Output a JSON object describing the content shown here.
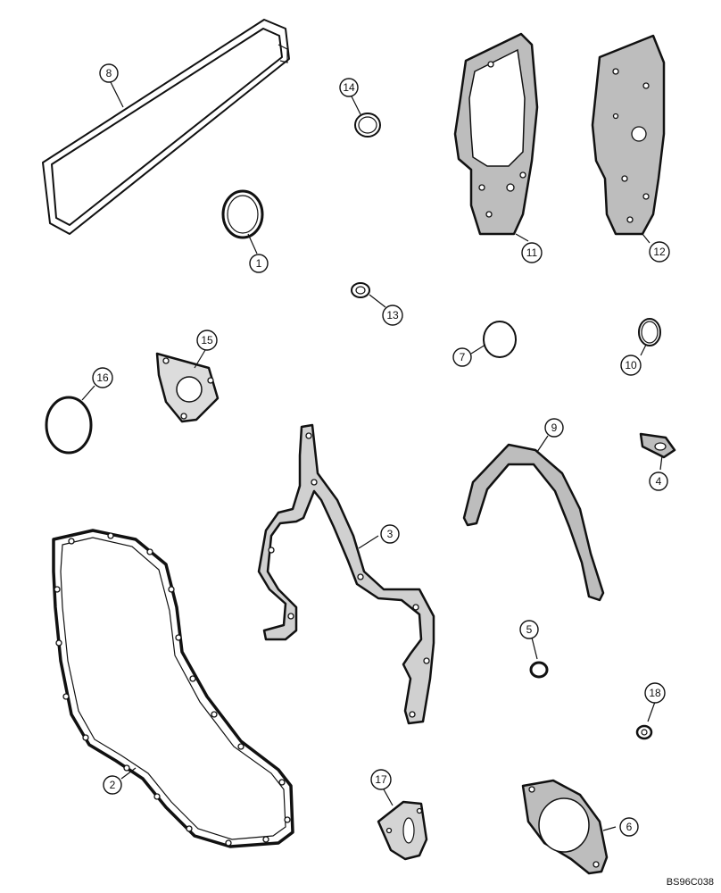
{
  "figure": {
    "id_label": "BS96C038"
  },
  "callouts": [
    {
      "key": "c1",
      "label": "1"
    },
    {
      "key": "c2",
      "label": "2"
    },
    {
      "key": "c3",
      "label": "3"
    },
    {
      "key": "c4",
      "label": "4"
    },
    {
      "key": "c5",
      "label": "5"
    },
    {
      "key": "c6",
      "label": "6"
    },
    {
      "key": "c7",
      "label": "7"
    },
    {
      "key": "c8",
      "label": "8"
    },
    {
      "key": "c9",
      "label": "9"
    },
    {
      "key": "c10",
      "label": "10"
    },
    {
      "key": "c11",
      "label": "11"
    },
    {
      "key": "c12",
      "label": "12"
    },
    {
      "key": "c13",
      "label": "13"
    },
    {
      "key": "c14",
      "label": "14"
    },
    {
      "key": "c15",
      "label": "15"
    },
    {
      "key": "c16",
      "label": "16"
    },
    {
      "key": "c17",
      "label": "17"
    },
    {
      "key": "c18",
      "label": "18"
    }
  ]
}
